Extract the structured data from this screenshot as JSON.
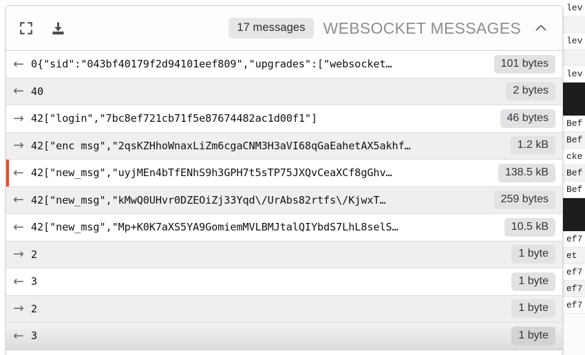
{
  "background": {
    "lines": [
      {
        "text": "lev",
        "style": "plain"
      },
      {
        "text": "",
        "style": "alt"
      },
      {
        "text": "lev",
        "style": "plain"
      },
      {
        "text": "",
        "style": "alt"
      },
      {
        "text": "lev",
        "style": "plain"
      },
      {
        "text": "",
        "style": "block"
      },
      {
        "text": "",
        "style": "block"
      },
      {
        "text": "Bef",
        "style": "plain"
      },
      {
        "text": "Bef",
        "style": "alt"
      },
      {
        "text": "cke",
        "style": "plain"
      },
      {
        "text": "Bef",
        "style": "alt"
      },
      {
        "text": "Bef",
        "style": "plain"
      },
      {
        "text": "",
        "style": "block"
      },
      {
        "text": "",
        "style": "block"
      },
      {
        "text": "ef7",
        "style": "plain"
      },
      {
        "text": "et",
        "style": "alt"
      },
      {
        "text": "ef7",
        "style": "plain"
      },
      {
        "text": "ef7",
        "style": "alt"
      },
      {
        "text": "ef7",
        "style": "plain"
      }
    ]
  },
  "panel": {
    "header": {
      "expand_icon": "fullscreen-expand-icon",
      "download_icon": "download-icon",
      "message_count": "17 messages",
      "title": "WEBSOCKET MESSAGES",
      "collapse_icon": "chevron-up-icon"
    },
    "messages": [
      {
        "direction": "←",
        "direction_name": "incoming",
        "payload": "0{\"sid\":\"043bf40179f2d94101eef809\",\"upgrades\":[\"websocket…",
        "size": "101 bytes",
        "shaded": false,
        "marked": false,
        "highlighted": false
      },
      {
        "direction": "←",
        "direction_name": "incoming",
        "payload": "40",
        "size": "2 bytes",
        "shaded": true,
        "marked": false,
        "highlighted": false
      },
      {
        "direction": "→",
        "direction_name": "outgoing",
        "payload": "42[\"login\",\"7bc8ef721cb71f5e87674482ac1d00f1\"]",
        "size": "46 bytes",
        "shaded": false,
        "marked": false,
        "highlighted": false
      },
      {
        "direction": "→",
        "direction_name": "outgoing",
        "payload": "42[\"enc msg\",\"2qsKZHhoWnaxLiZm6cgaCNM3H3aVI68qGaEahetAX5akhf…",
        "size": "1.2 kB",
        "shaded": true,
        "marked": false,
        "highlighted": false
      },
      {
        "direction": "←",
        "direction_name": "incoming",
        "payload": "42[\"new_msg\",\"uyjMEn4bTfENhS9h3GPH7t5sTP75JXQvCeaXCf8gGhv…",
        "size": "138.5 kB",
        "shaded": false,
        "marked": true,
        "highlighted": false
      },
      {
        "direction": "←",
        "direction_name": "incoming",
        "payload": "42[\"new_msg\",\"kMwQ0UHvr0DZEOiZj33Yqd\\/UrAbs82rtfs\\/KjwxT…",
        "size": "259 bytes",
        "shaded": true,
        "marked": false,
        "highlighted": false
      },
      {
        "direction": "←",
        "direction_name": "incoming",
        "payload": "42[\"new_msg\",\"Mp+K0K7aXS5YA9GomiemMVLBMJtalQIYbdS7LhL8selS…",
        "size": "10.5 kB",
        "shaded": false,
        "marked": false,
        "highlighted": false
      },
      {
        "direction": "→",
        "direction_name": "outgoing",
        "payload": "2",
        "size": "1 byte",
        "shaded": true,
        "marked": false,
        "highlighted": false
      },
      {
        "direction": "←",
        "direction_name": "incoming",
        "payload": "3",
        "size": "1 byte",
        "shaded": false,
        "marked": false,
        "highlighted": false
      },
      {
        "direction": "→",
        "direction_name": "outgoing",
        "payload": "2",
        "size": "1 byte",
        "shaded": true,
        "marked": false,
        "highlighted": false
      },
      {
        "direction": "←",
        "direction_name": "incoming",
        "payload": "3",
        "size": "1 byte",
        "shaded": false,
        "marked": false,
        "highlighted": true
      }
    ]
  },
  "colors": {
    "marker_red": "#f2451c",
    "badge_bg": "#e2e2e4",
    "title_gray": "#8d8d92",
    "row_shade": "#efeff0"
  }
}
